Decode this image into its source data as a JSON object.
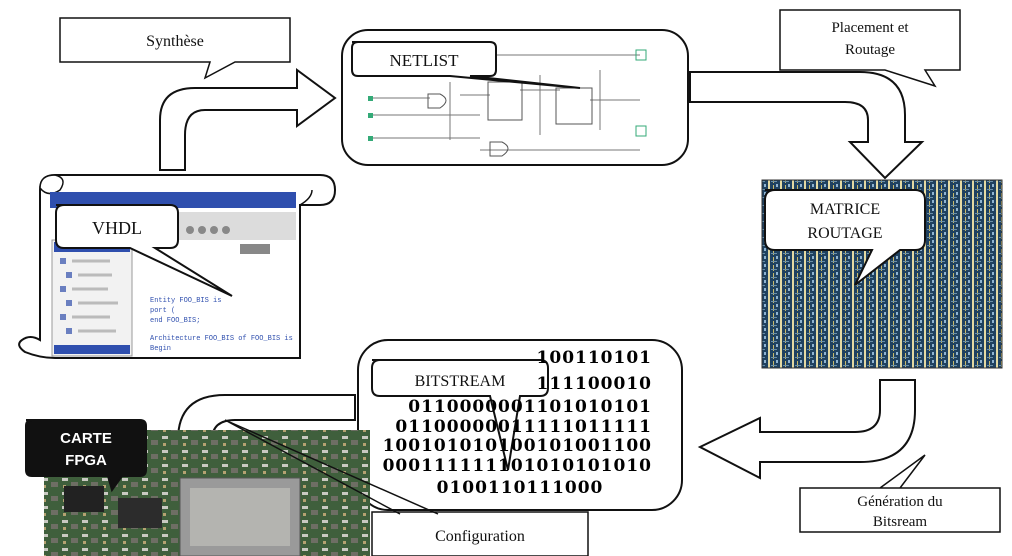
{
  "labels": {
    "synthese": "Synthèse",
    "placement_line1": "Placement et",
    "placement_line2": "Routage",
    "netlist": "NETLIST",
    "vhdl": "VHDL",
    "matrice_line1": "MATRICE",
    "matrice_line2": "ROUTAGE",
    "bitstream": "BITSTREAM",
    "generation_line1": "Génération du",
    "generation_line2": "Bitsream",
    "carte_line1": "CARTE",
    "carte_line2": "FPGA",
    "configuration": "Configuration"
  },
  "bitstream_rows": [
    "100110101",
    "111100010",
    "0110000001101010101",
    "01100000011111011111",
    "100101010100101001100",
    "000111111101010101010",
    "0100110111000"
  ],
  "vhdl_code": {
    "line1": "Entity FOO_BIS is",
    "line2": "  port (",
    "line3": "end FOO_BIS;",
    "line4": "Architecture FOO_BIS of FOO_BIS is",
    "line5": "Begin"
  },
  "colors": {
    "arrow_fill": "#ffffff",
    "stroke": "#111111",
    "matrix_bg": "#1d3b52",
    "fpga_board": "#3c5d3a",
    "carte_box": "#111111"
  }
}
